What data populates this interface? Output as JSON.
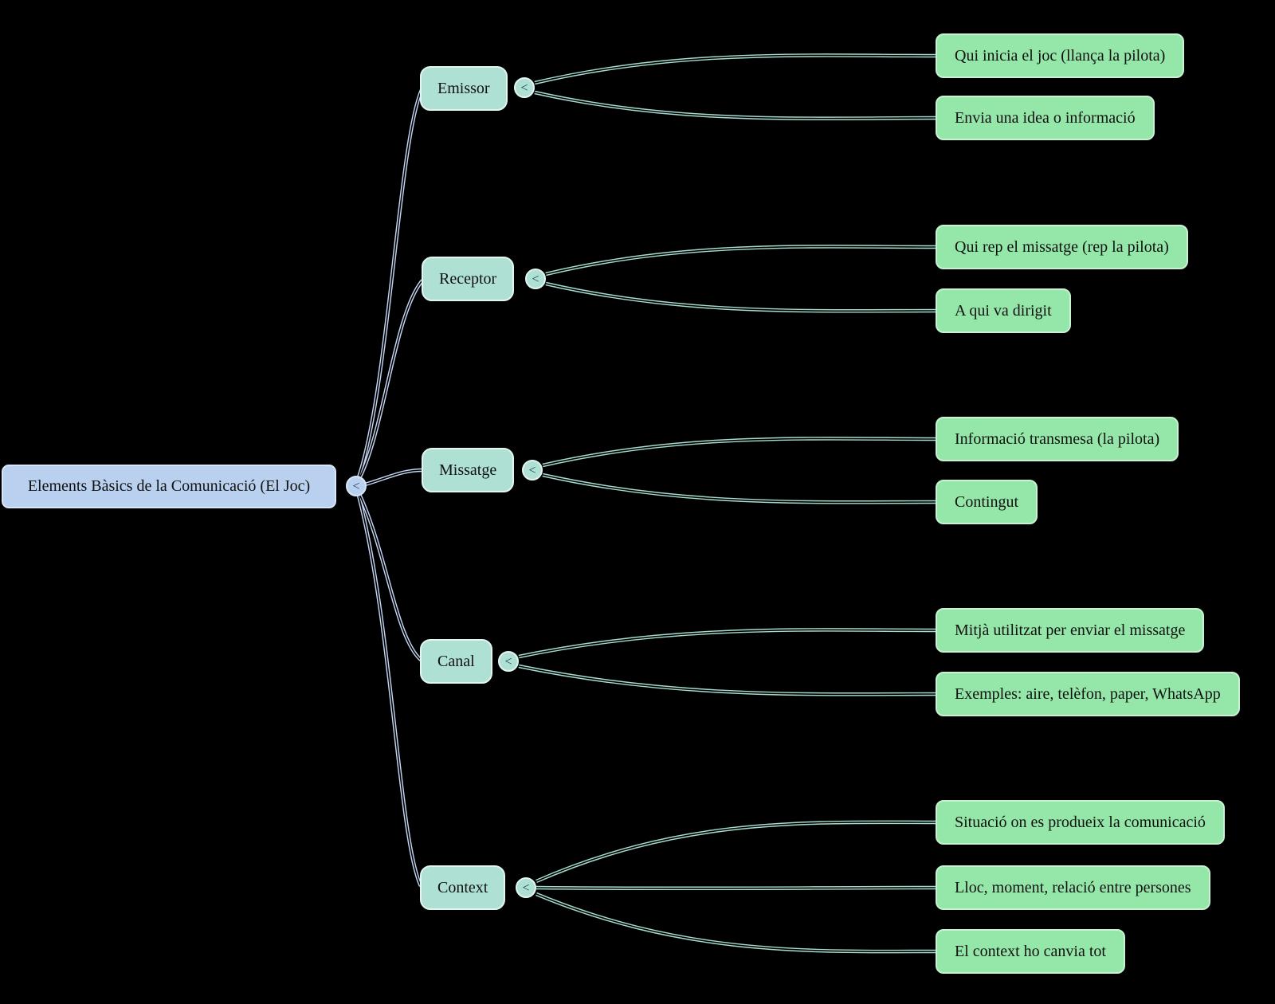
{
  "mindmap": {
    "root": {
      "label": "Elements Bàsics de la Comunicació (El Joc)"
    },
    "collapse_glyph": "<",
    "branches": [
      {
        "label": "Emissor",
        "children": [
          "Qui inicia el joc (llança la pilota)",
          "Envia una idea o informació"
        ]
      },
      {
        "label": "Receptor",
        "children": [
          "Qui rep el missatge (rep la pilota)",
          "A qui va dirigit"
        ]
      },
      {
        "label": "Missatge",
        "children": [
          "Informació transmesa (la pilota)",
          "Contingut"
        ]
      },
      {
        "label": "Canal",
        "children": [
          "Mitjà utilitzat per enviar el missatge",
          "Exemples: aire, telèfon, paper, WhatsApp"
        ]
      },
      {
        "label": "Context",
        "children": [
          "Situació on es produeix la comunicació",
          "Lloc, moment, relació entre persones",
          "El context ho canvia tot"
        ]
      }
    ],
    "colors": {
      "background": "#000000",
      "root_fill": "#b9d1ef",
      "root_edge": "#c3d4f0",
      "branch_fill": "#aee0d4",
      "branch_edge": "#a6dcd0",
      "leaf_fill": "#95e6a9",
      "text": "#111111"
    }
  }
}
